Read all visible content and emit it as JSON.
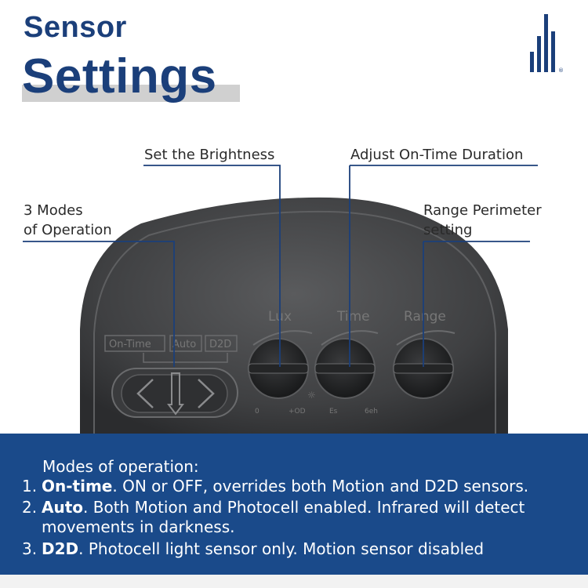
{
  "header": {
    "title_line1": "Sensor",
    "title_line2": "Settings",
    "logo_icon": "brand-bars-logo",
    "logo_mark": "®"
  },
  "callouts": {
    "brightness": "Set the Brightness",
    "duration": "Adjust On-Time Duration",
    "modes_line1": "3 Modes",
    "modes_line2": "of Operation",
    "range_line1": "Range Perimeter",
    "range_line2": "setting"
  },
  "device": {
    "mode_labels": [
      "On-Time",
      "Auto",
      "D2D"
    ],
    "dials": [
      {
        "label": "Lux",
        "tick_left": "0",
        "tick_right": "+OD"
      },
      {
        "label": "Time",
        "tick_left": "Es",
        "tick_right": "6eh"
      },
      {
        "label": "Range",
        "tick_left": "",
        "tick_right": ""
      }
    ],
    "body_color": "#4a4b4d"
  },
  "info": {
    "heading": "Modes of operation:",
    "items": [
      {
        "num": "1.",
        "name": "On-time",
        "text": ". ON or OFF, overrides both Motion and D2D sensors."
      },
      {
        "num": "2.",
        "name": "Auto",
        "text": ". Both Motion and Photocell enabled. Infrared will detect",
        "text2": "movements in darkness."
      },
      {
        "num": "3.",
        "name": "D2D",
        "text": ". Photocell light sensor only. Motion sensor disabled"
      }
    ],
    "panel_color": "#1a4a8a"
  }
}
